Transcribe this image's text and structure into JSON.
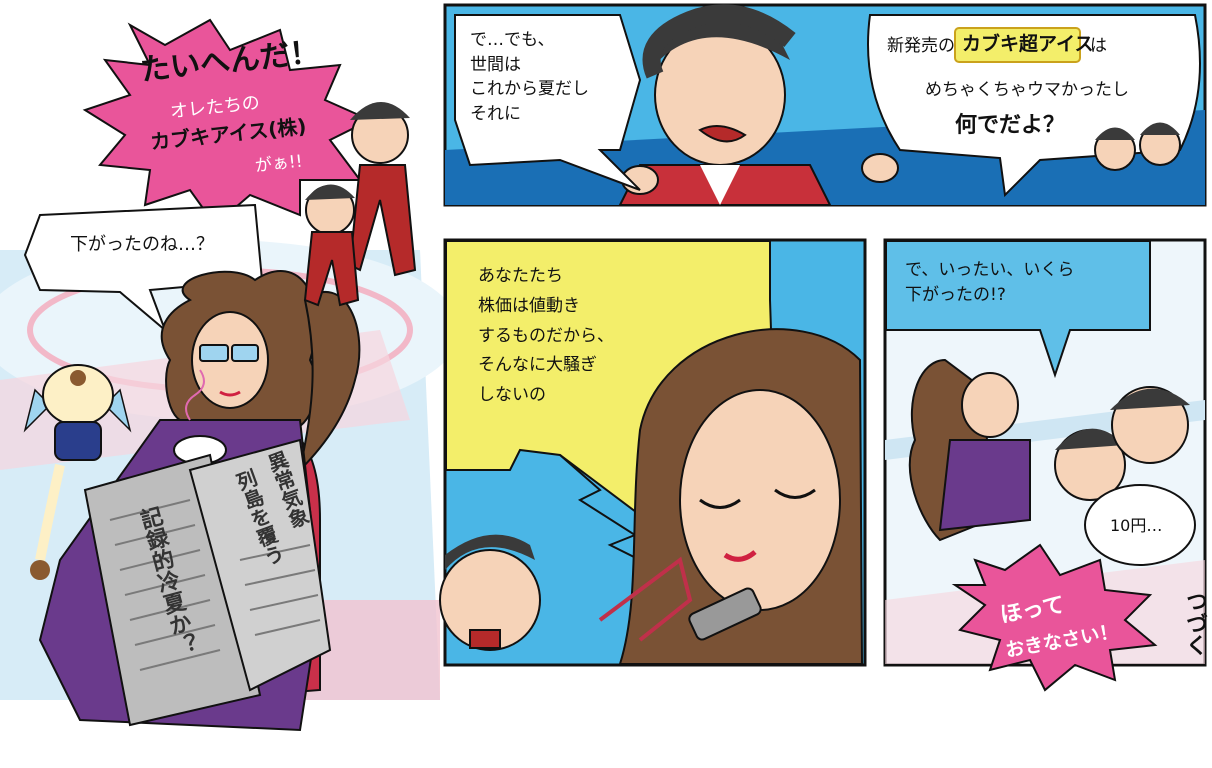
{
  "colors": {
    "panel_border": "#111111",
    "sky_blue": "#4ab6e6",
    "deep_blue": "#1a6fb5",
    "bubble_yellow": "#f3ee6a",
    "bubble_blue": "#5fbfe8",
    "pink_burst": "#e9559a",
    "hair_brown": "#7a5235",
    "dress_purple": "#6a3a8c",
    "newspaper_gray": "#8c8c8c",
    "uniform_red": "#b52a2a"
  },
  "left_scene": {
    "burst_title": "たいへんだ！",
    "burst_line1": "オレたちの",
    "burst_line2": "カブキアイス(株)",
    "burst_line3": "がぁ!!",
    "speech_left": "下がったのね…？",
    "newspaper_headline_1": "異常気象",
    "newspaper_headline_2": "列島を覆う",
    "newspaper_headline_3": "記録的冷夏か？"
  },
  "panel1": {
    "bubble_left_lines": [
      "で…でも、",
      "世間は",
      "これから夏だし",
      "それに"
    ],
    "bubble_right_prefix": "新発売の",
    "product_label": "カブキ超アイス",
    "bubble_right_suffix": "は",
    "bubble_right_line2": "めちゃくちゃウマかったし",
    "bubble_right_line3": "何でだよ？"
  },
  "panel2": {
    "bubble_lines": [
      "あなたたち",
      "株価は値動き",
      "するものだから、",
      "そんなに大騒ぎ",
      "しないの"
    ]
  },
  "panel3": {
    "bubble_top_lines": [
      "で、いったい、いくら",
      "下がったの!?"
    ],
    "bubble_small": "10円…",
    "burst_line1": "ほって",
    "burst_line2": "おきなさい！",
    "tsuzuku": "つづく"
  }
}
